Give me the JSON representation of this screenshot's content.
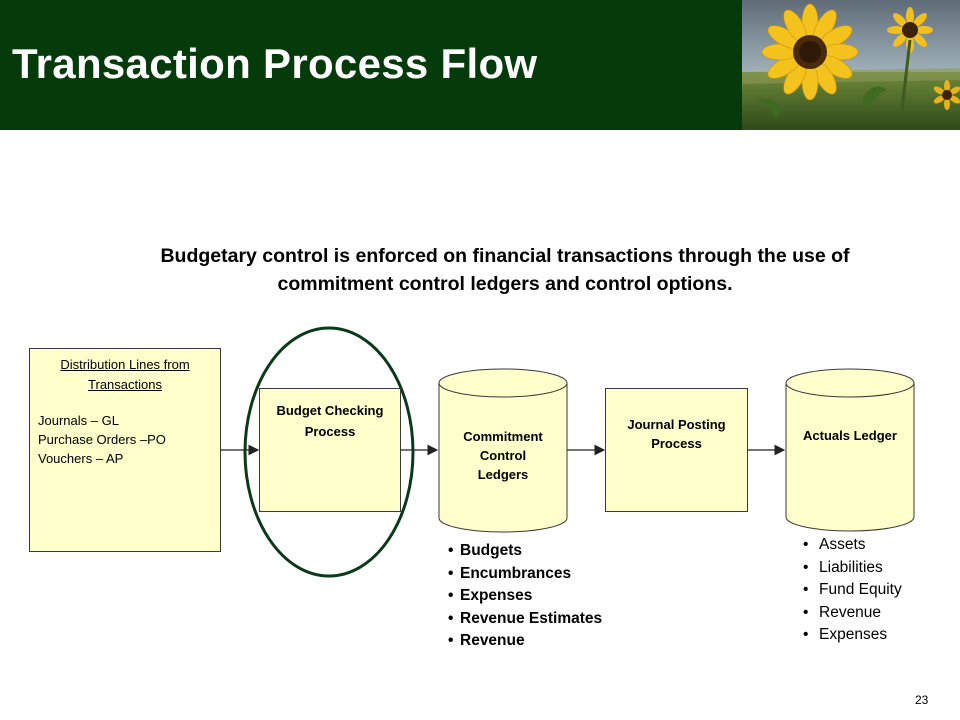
{
  "header": {
    "title": "Transaction Process Flow",
    "background_color": "#053a0b",
    "photo_icon": "sunflower-photo"
  },
  "intro": {
    "line1": "Budgetary control is enforced on financial transactions through the use of",
    "line2": "commitment control ledgers and control options."
  },
  "flow": {
    "distribution": {
      "heading_line1": "Distribution Lines from",
      "heading_line2": "Transactions",
      "lines": [
        "Journals –  GL",
        "Purchase Orders –PO",
        "Vouchers –  AP"
      ]
    },
    "budget_checking": {
      "line1": "Budget Checking",
      "line2": "Process"
    },
    "commitment_control": {
      "line1": "Commitment",
      "line2": "Control",
      "line3": "Ledgers"
    },
    "journal_posting": {
      "line1": "Journal Posting",
      "line2": "Process"
    },
    "actuals_ledger": {
      "label": "Actuals Ledger"
    },
    "box_fill_color": "#ffffcc",
    "highlight_color": "#0b3a18"
  },
  "commitment_items": [
    "Budgets",
    "Encumbrances",
    "Expenses",
    "Revenue Estimates",
    "Revenue"
  ],
  "actuals_items": [
    "Assets",
    "Liabilities",
    "Fund Equity",
    "Revenue",
    "Expenses"
  ],
  "footer": {
    "page_number": "23"
  }
}
